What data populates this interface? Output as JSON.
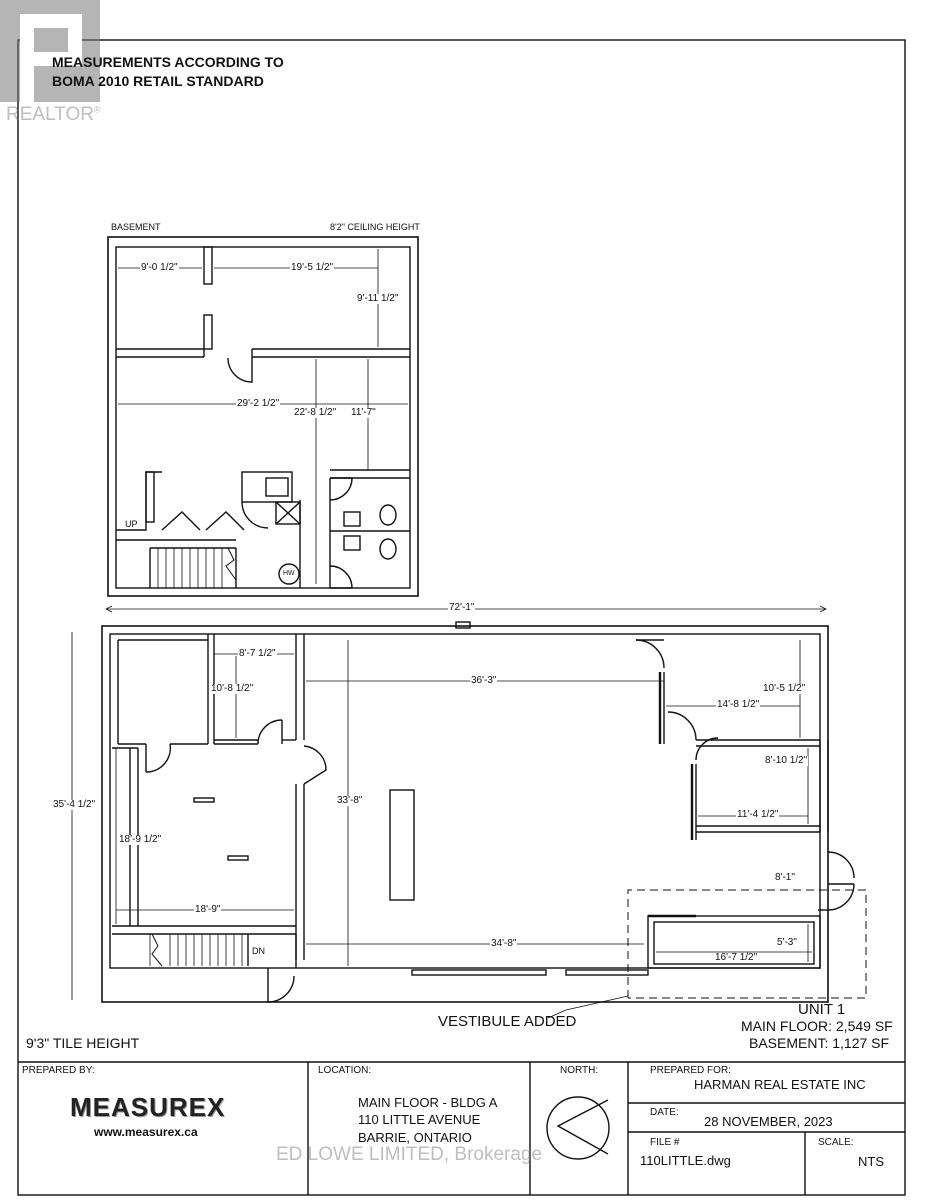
{
  "watermark": {
    "realtor": "REALTOR",
    "registered": "®",
    "brokerage": "ED LOWE LIMITED, Brokerage"
  },
  "header": {
    "line1": "MEASUREMENTS ACCORDING TO",
    "line2": "BOMA 2010 RETAIL STANDARD"
  },
  "basement": {
    "title": "BASEMENT",
    "ceiling": "8'2\" CEILING HEIGHT",
    "dims": [
      "9'-0 1/2\"",
      "19'-5 1/2\"",
      "9'-11 1/2\"",
      "29'-2 1/2\"",
      "22'-8 1/2\"",
      "11'-7\""
    ],
    "up": "UP",
    "hw": "HW"
  },
  "main_floor": {
    "overall_width": "72'-1\"",
    "overall_depth": "35'-4 1/2\"",
    "dims": [
      "8'-7 1/2\"",
      "10'-8 1/2\"",
      "36'-3\"",
      "10'-5 1/2\"",
      "14'-8 1/2\"",
      "33'-8\"",
      "8'-10 1/2\"",
      "11'-4 1/2\"",
      "18'-9 1/2\"",
      "8'-1\"",
      "18'-9\"",
      "34'-8\"",
      "16'-7 1/2\"",
      "5'-3\""
    ],
    "dn": "DN",
    "vestibule": "VESTIBULE ADDED",
    "tile_height": "9'3\" TILE HEIGHT"
  },
  "unit": {
    "name": "UNIT 1",
    "main_floor": "MAIN FLOOR:  2,549 SF",
    "basement": "BASEMENT:  1,127 SF"
  },
  "title_block": {
    "prepared_by_label": "PREPARED BY:",
    "company": "MEASUREX",
    "website": "www.measurex.ca",
    "location_label": "LOCATION:",
    "location_lines": [
      "MAIN FLOOR - BLDG A",
      "110 LITTLE AVENUE",
      "BARRIE, ONTARIO"
    ],
    "north_label": "NORTH:",
    "prepared_for_label": "PREPARED FOR:",
    "prepared_for": "HARMAN REAL ESTATE INC",
    "date_label": "DATE:",
    "date": "28 NOVEMBER, 2023",
    "file_label": "FILE #",
    "file": "110LITTLE.dwg",
    "scale_label": "SCALE:",
    "scale": "NTS"
  }
}
